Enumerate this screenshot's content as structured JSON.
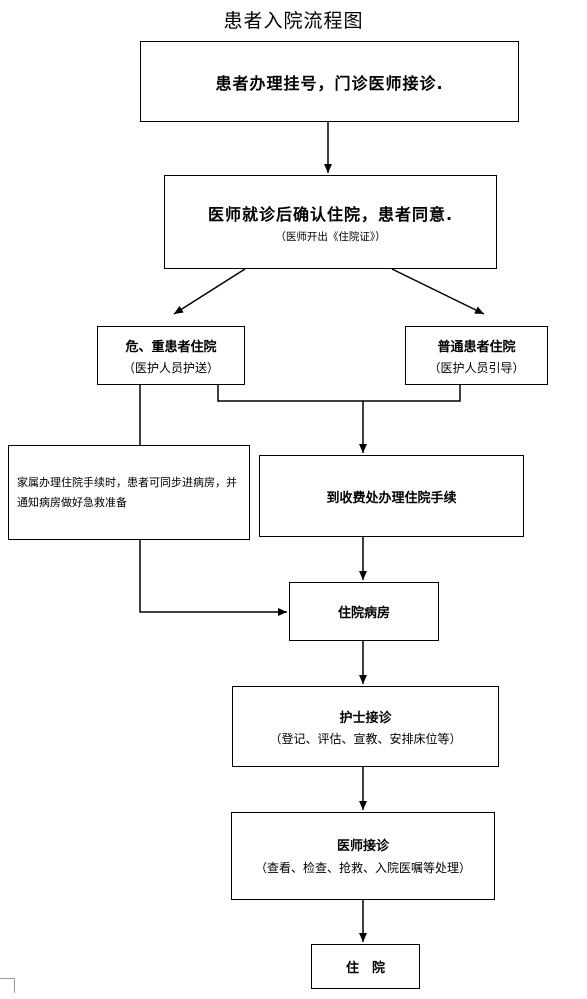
{
  "title": "患者入院流程图",
  "nodes": {
    "register": {
      "label": "患者办理挂号，门诊医师接诊."
    },
    "confirm": {
      "label": "医师就诊后确认住院，患者同意.",
      "note": "（医师开出《住院证》）"
    },
    "critical": {
      "label": "危、重患者住院",
      "note": "（医护人员护送）"
    },
    "normal": {
      "label": "普通患者住院",
      "note": "（医护人员引导）"
    },
    "family": {
      "label": "家属办理住院手续时，患者可同步进病房，并通知病房做好急救准备"
    },
    "cashier": {
      "label": "到收费处办理住院手续"
    },
    "ward": {
      "label": "住院病房"
    },
    "nurse": {
      "label": "护士接诊",
      "note": "（登记、评估、宣教、安排床位等）"
    },
    "doctor": {
      "label": "医师接诊",
      "note": "（查看、检查、抢救、入院医嘱等处理）"
    },
    "admit": {
      "label": "住　院"
    }
  }
}
